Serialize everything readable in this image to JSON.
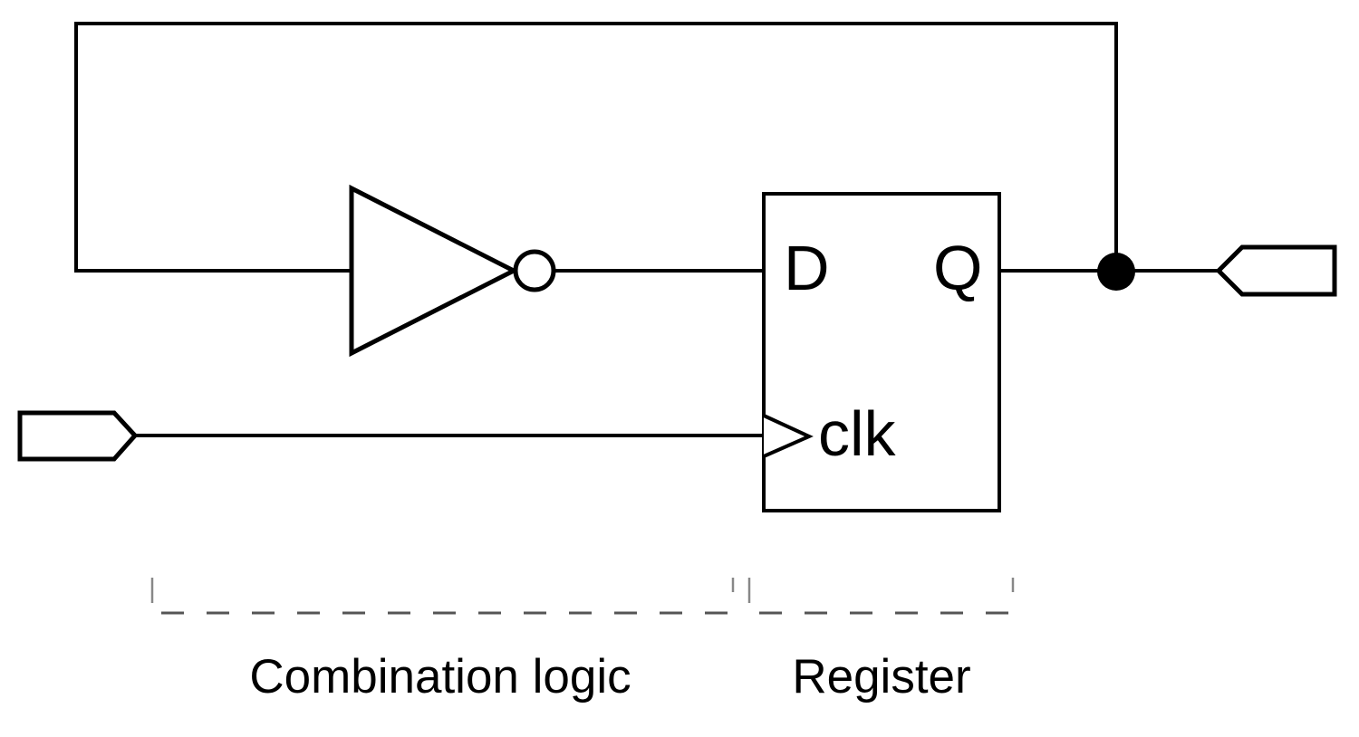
{
  "diagram": {
    "register": {
      "d": "D",
      "q": "Q",
      "clk": "clk"
    },
    "captions": {
      "combination_logic": "Combination logic",
      "register": "Register"
    },
    "colors": {
      "line": "#000000",
      "background": "#ffffff",
      "brace_dash": "#555555",
      "brace_tick": "#888888"
    }
  }
}
